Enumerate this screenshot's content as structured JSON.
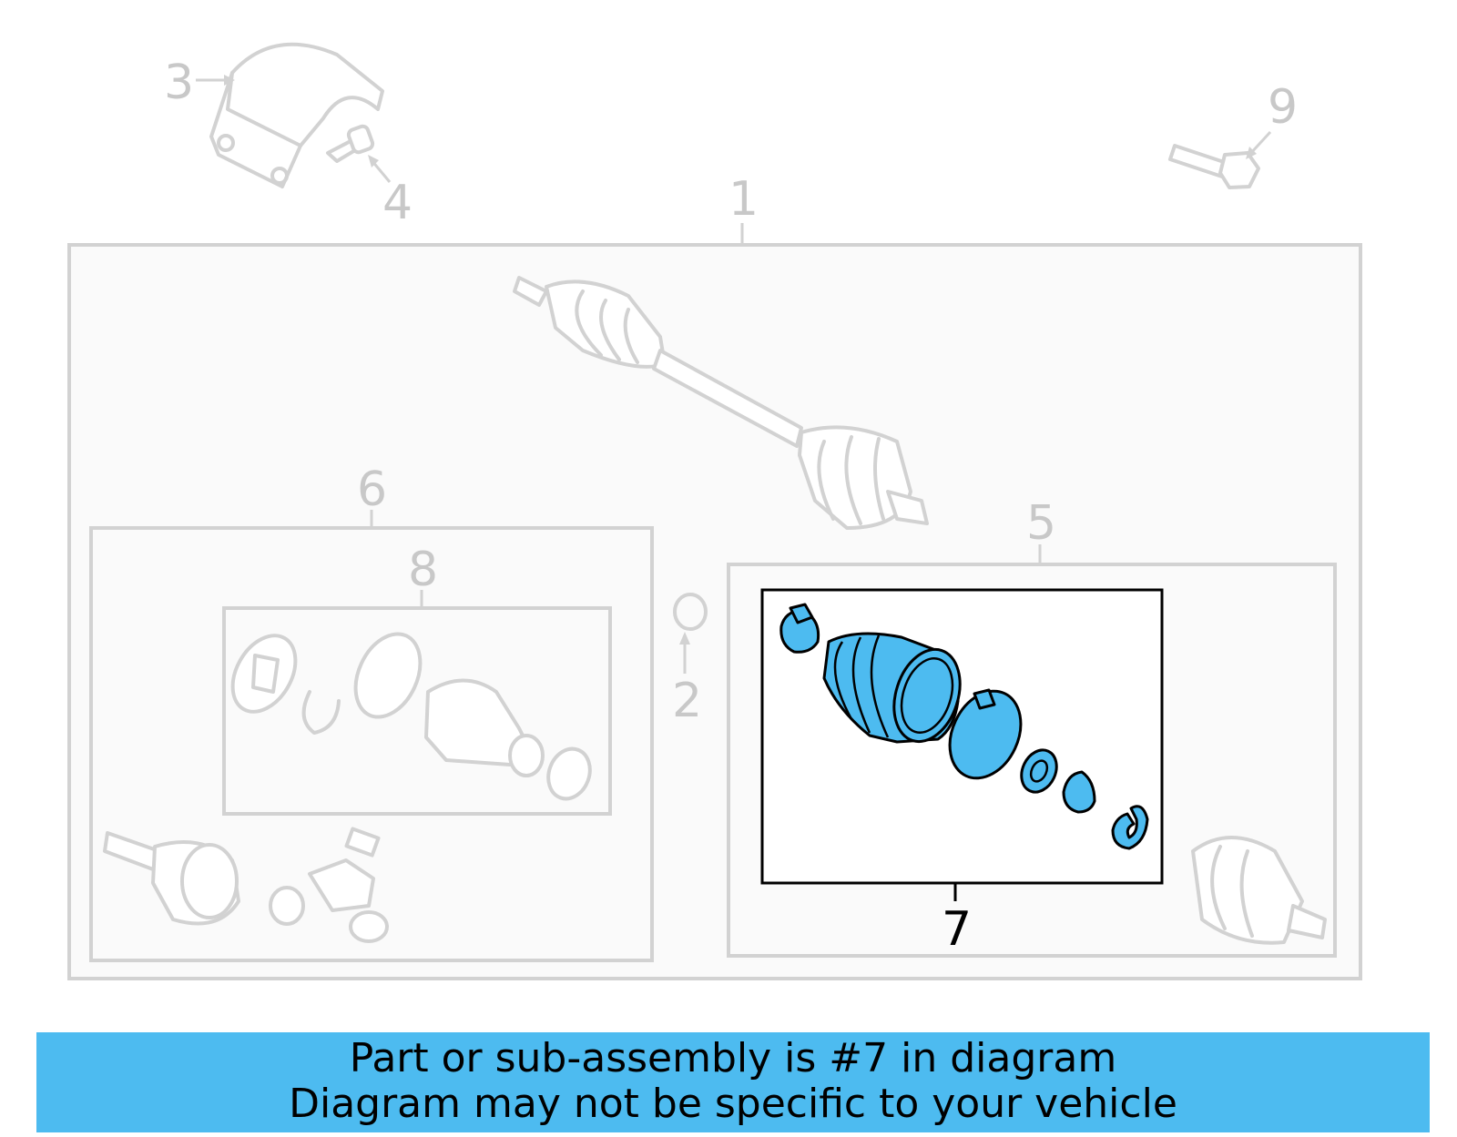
{
  "callouts": {
    "c1": "1",
    "c2": "2",
    "c3": "3",
    "c4": "4",
    "c5": "5",
    "c6": "6",
    "c7": "7",
    "c8": "8",
    "c9": "9"
  },
  "highlighted_part": "7",
  "colors": {
    "highlight": "#4dbbf0",
    "ghost_line": "#d2d2d2",
    "callout_inactive": "#c8c8c8",
    "callout_active": "#000000"
  },
  "banner": {
    "line1": "Part or sub-assembly is #7 in diagram",
    "line2": "Diagram may not be specific to your vehicle"
  }
}
